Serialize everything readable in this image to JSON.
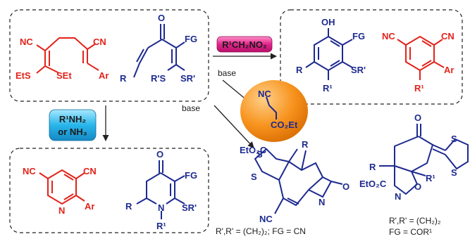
{
  "reagents": {
    "nitroalkane": "R¹CH₂NO₂",
    "amine_line1": "R¹NH₂",
    "amine_line2": "or NH₃",
    "base_label_1": "base",
    "base_label_2": "base",
    "isocyanide_nc": "NC",
    "isocyanide_ester": "CO₂Et"
  },
  "start_diene": {
    "nc1": "NC",
    "cn2": "CN",
    "ets": "EtS",
    "set": "SEt",
    "ar": "Ar"
  },
  "start_dienone": {
    "o": "O",
    "fg": "FG",
    "r": "R",
    "rs": "R'S",
    "sr": "SR'"
  },
  "phenol_product": {
    "oh": "OH",
    "fg": "FG",
    "r": "R",
    "sr": "SR'",
    "r1": "R¹"
  },
  "benzonitrile_product": {
    "nc": "NC",
    "cn": "CN",
    "ar": "Ar",
    "r1": "R¹"
  },
  "pyridine_product": {
    "nc": "NC",
    "cn": "CN",
    "n": "N",
    "ar": "Ar"
  },
  "pyridinone_product": {
    "o": "O",
    "fg": "FG",
    "r": "R",
    "n": "N",
    "sr": "SR'",
    "r1": "R¹"
  },
  "pyrrolizine_product": {
    "ester": "EtO₂C",
    "r": "R",
    "s1": "S",
    "s2": "S",
    "n": "N",
    "o": "O",
    "nc": "NC",
    "condition": "R',R' = (CH₂)₂; FG = CN"
  },
  "oxazoline_product": {
    "o1": "O",
    "s1": "S",
    "s2": "S",
    "r": "R",
    "ester": "EtO₂C",
    "n": "N",
    "o2": "O",
    "r1": "R¹",
    "condition1": "R',R' = (CH₂)₂",
    "condition2": "FG = COR¹"
  }
}
